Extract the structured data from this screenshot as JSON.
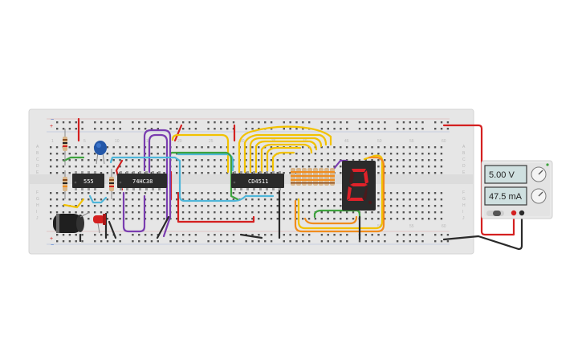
{
  "breadboard": {
    "column_numbers": [
      "1",
      "5",
      "10",
      "15",
      "20",
      "25",
      "30",
      "35",
      "40",
      "45",
      "50",
      "55",
      "60"
    ],
    "row_letters_top": [
      "A",
      "B",
      "C",
      "D",
      "E"
    ],
    "row_letters_bottom": [
      "F",
      "G",
      "H",
      "I",
      "J"
    ]
  },
  "components": {
    "timer_ic": "555",
    "counter_ic": "74HC38",
    "decoder_ic": "CD4511",
    "display_digit": "2"
  },
  "power_supply": {
    "voltage": "5.00 V",
    "current": "47.5 mA"
  },
  "colors": {
    "board": "#e6e6e6",
    "wire_red": "#d42020",
    "wire_yellow": "#f2c200",
    "wire_purple": "#7a3db0",
    "wire_cyan": "#4fb6d9",
    "wire_green": "#3ea33e",
    "wire_orange": "#f08c1e",
    "wire_black": "#2a2a2a",
    "display_segment_on": "#e0222a"
  }
}
